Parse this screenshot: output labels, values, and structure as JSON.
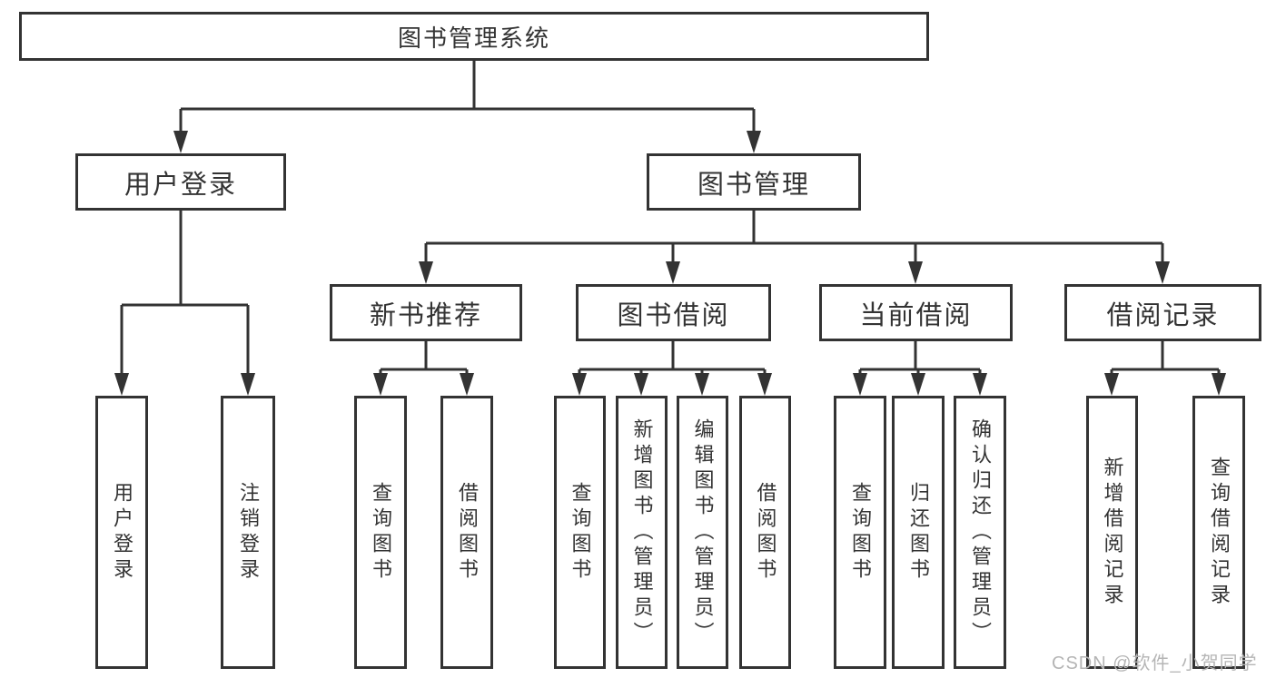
{
  "diagram": {
    "title": "图书管理系统",
    "watermark": {
      "text": "CSDN @软件_小贺同学"
    },
    "colors": {
      "line": "#333333",
      "box_border": "#333333",
      "text": "#333333",
      "watermark": "#b5b5b5",
      "background": "#ffffff"
    },
    "nodes": {
      "root": {
        "label": "图书管理系统"
      },
      "user_login": {
        "label": "用户登录"
      },
      "book_mgmt": {
        "label": "图书管理"
      },
      "new_book_rec": {
        "label": "新书推荐"
      },
      "book_borrow": {
        "label": "图书借阅"
      },
      "current_borrow": {
        "label": "当前借阅"
      },
      "borrow_records": {
        "label": "借阅记录"
      },
      "leaf_user_login": {
        "label": "用户登录"
      },
      "leaf_logout": {
        "label": "注销登录"
      },
      "leaf_nbr_query": {
        "label": "查询图书"
      },
      "leaf_nbr_borrow": {
        "label": "借阅图书"
      },
      "leaf_bb_query": {
        "label": "查询图书"
      },
      "leaf_bb_add": {
        "label": "新增图书（管理员）"
      },
      "leaf_bb_edit": {
        "label": "编辑图书（管理员）"
      },
      "leaf_bb_borrow": {
        "label": "借阅图书"
      },
      "leaf_cb_query": {
        "label": "查询图书"
      },
      "leaf_cb_return": {
        "label": "归还图书"
      },
      "leaf_cb_confirm": {
        "label": "确认归还（管理员）"
      },
      "leaf_br_add": {
        "label": "新增借阅记录"
      },
      "leaf_br_query": {
        "label": "查询借阅记录"
      }
    },
    "tree": {
      "图书管理系统": {
        "用户登录": [
          "用户登录",
          "注销登录"
        ],
        "图书管理": {
          "新书推荐": [
            "查询图书",
            "借阅图书"
          ],
          "图书借阅": [
            "查询图书",
            "新增图书（管理员）",
            "编辑图书（管理员）",
            "借阅图书"
          ],
          "当前借阅": [
            "查询图书",
            "归还图书",
            "确认归还（管理员）"
          ],
          "借阅记录": [
            "新增借阅记录",
            "查询借阅记录"
          ]
        }
      }
    }
  }
}
